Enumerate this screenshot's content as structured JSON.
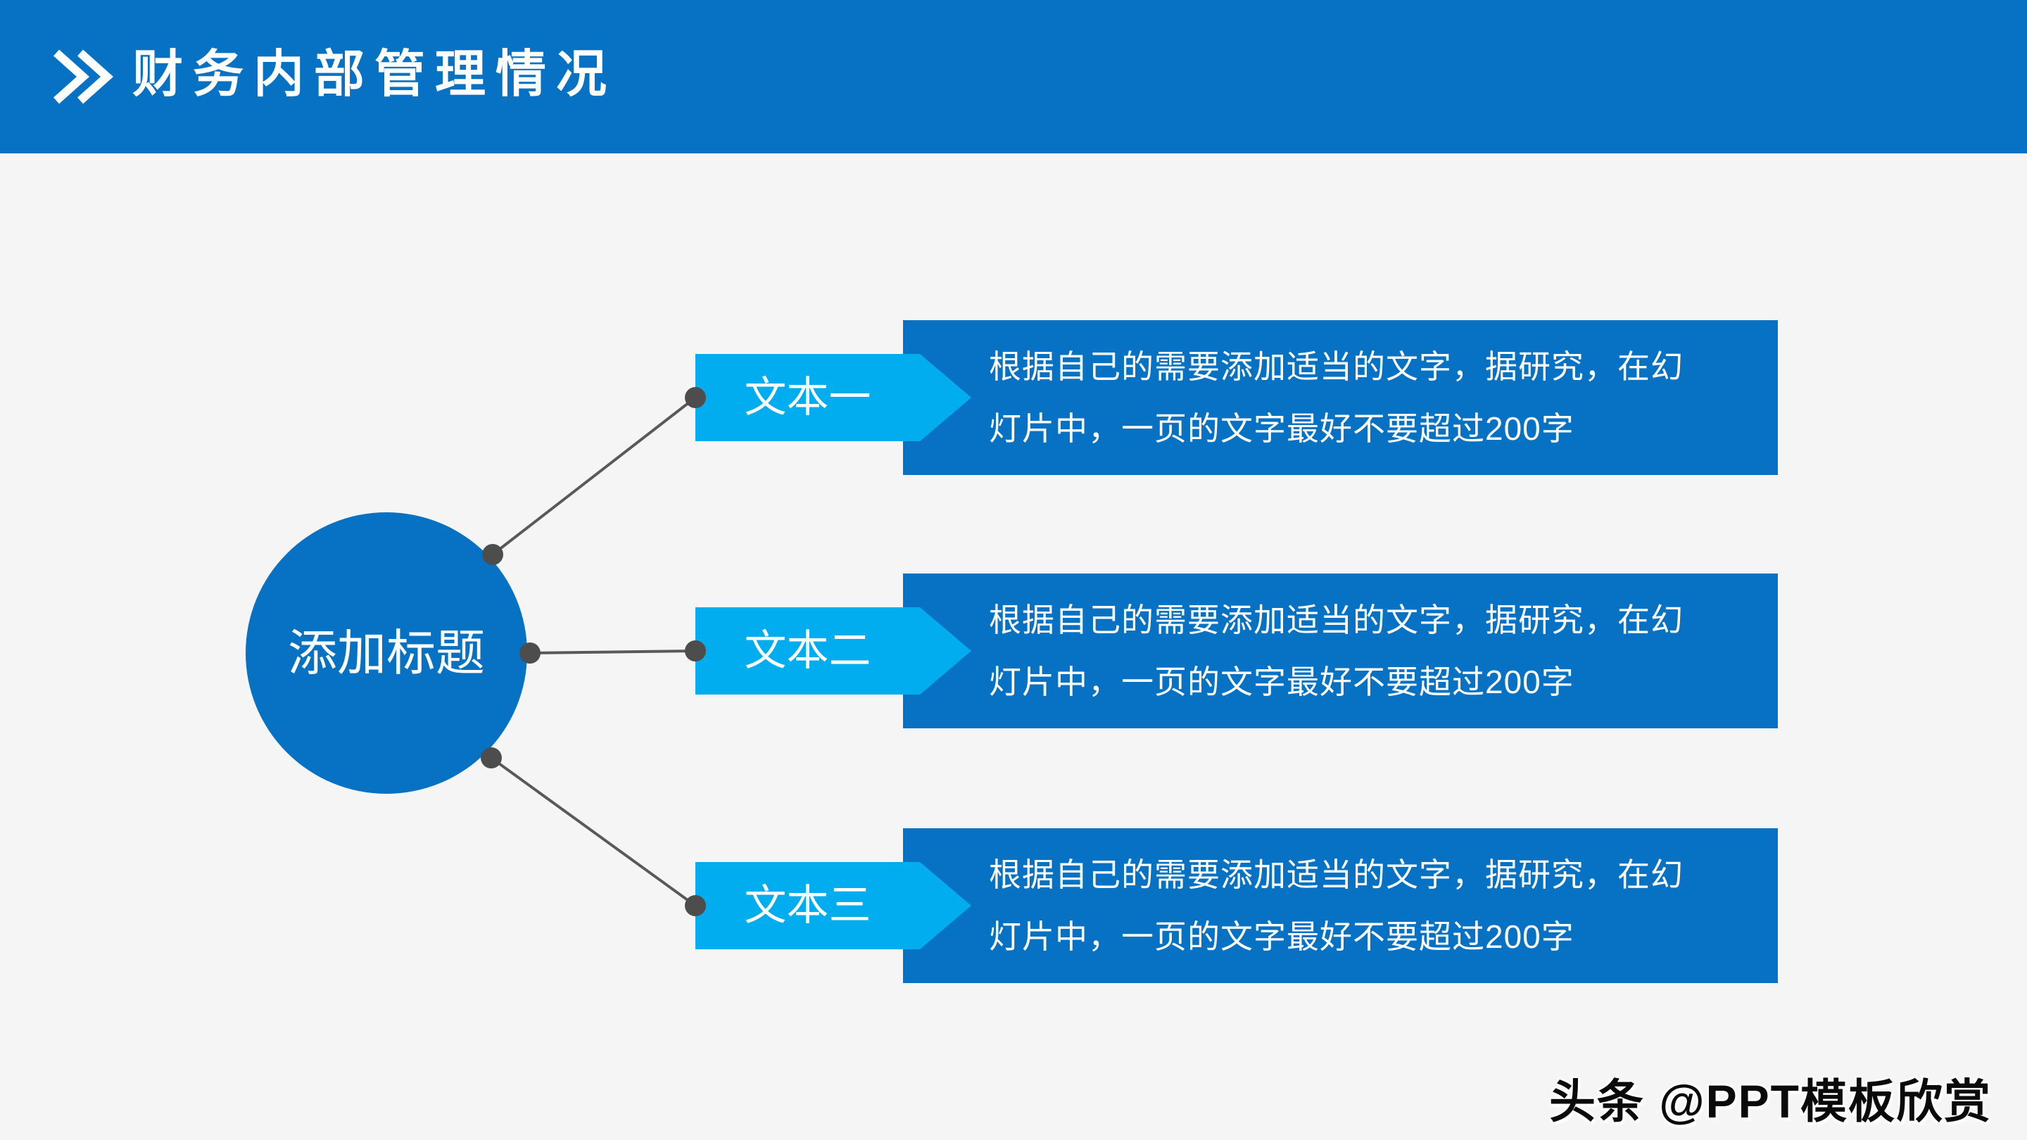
{
  "header": {
    "title": "财务内部管理情况",
    "icon": "double-chevron-right-icon",
    "bar_color": "#0771C3"
  },
  "diagram": {
    "center_node": {
      "label": "添加标题",
      "color": "#0771C3"
    },
    "branches": [
      {
        "label": "文本一",
        "desc_line1": "根据自己的需要添加适当的文字，据研究，在幻",
        "desc_line2": "灯片中，一页的文字最好不要超过200字"
      },
      {
        "label": "文本二",
        "desc_line1": "根据自己的需要添加适当的文字，据研究，在幻",
        "desc_line2": "灯片中，一页的文字最好不要超过200字"
      },
      {
        "label": "文本三",
        "desc_line1": "根据自己的需要添加适当的文字，据研究，在幻",
        "desc_line2": "灯片中，一页的文字最好不要超过200字"
      }
    ],
    "colors": {
      "primary_blue": "#0771C3",
      "accent_light_blue": "#01ADEF",
      "connector_gray": "#595959",
      "dot_gray": "#4D4D4D",
      "background": "#F5F5F6",
      "text_white": "#FFFFFF"
    }
  },
  "watermark": {
    "text": "头条 @PPT模板欣赏"
  }
}
